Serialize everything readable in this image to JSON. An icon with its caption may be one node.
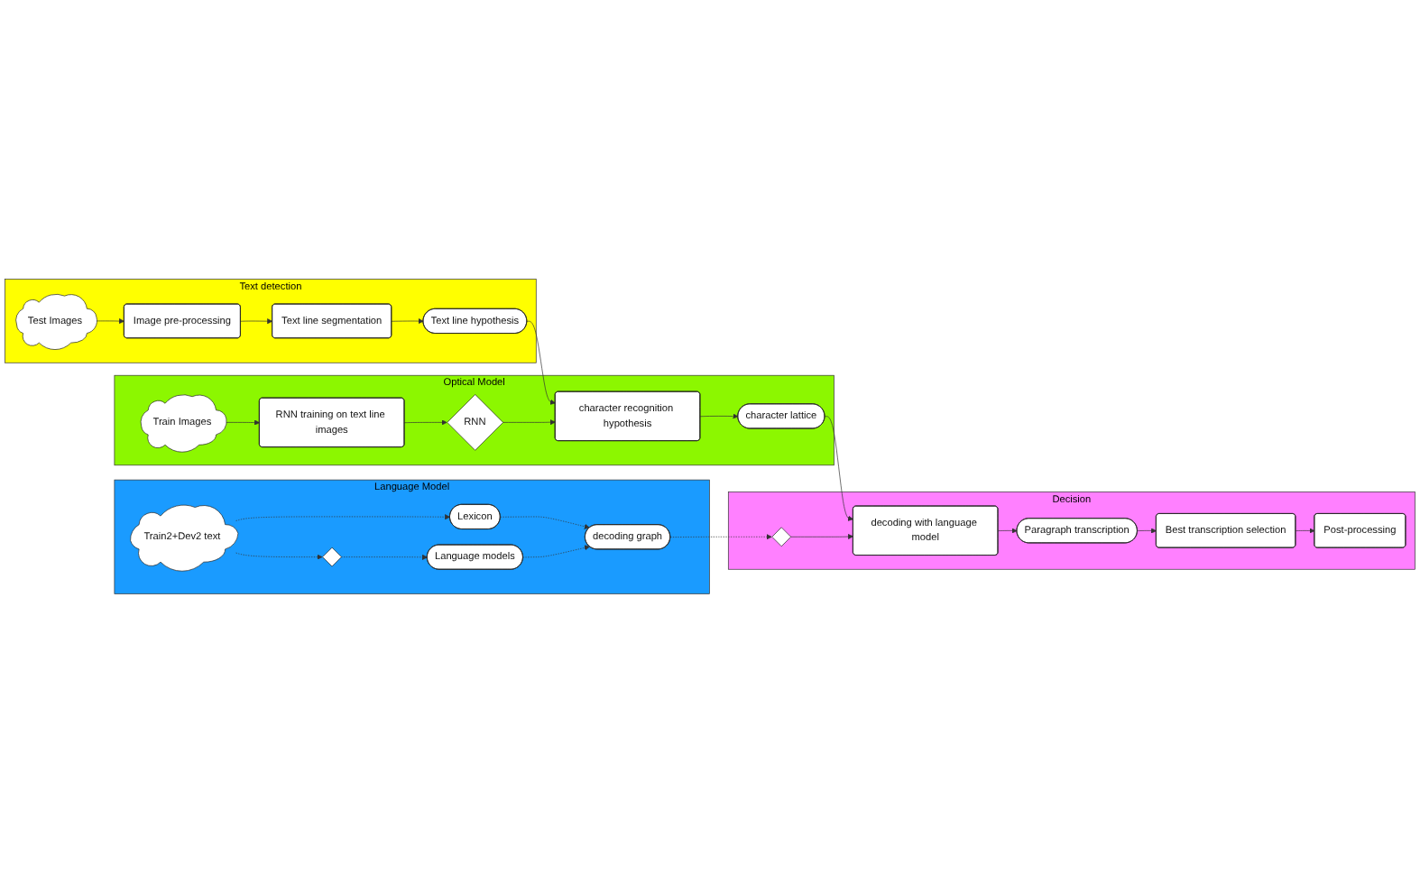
{
  "diagram": {
    "nodes": [
      {
        "text": [
          "Text detection"
        ]
      },
      {
        "text": [
          "Test Images"
        ],
        "in": 0
      },
      {
        "text": [
          "Image pre-processing"
        ],
        "in": 0
      },
      {
        "text": [
          "Text line segmentation"
        ],
        "in": 0
      },
      {
        "text": [
          "Text line hypothesis"
        ],
        "in": 0
      },
      {
        "text": [
          "Language Model"
        ]
      },
      {
        "text": [
          "Train2+Dev2 text"
        ],
        "in": 5
      },
      {
        "text": [],
        "shape": "diamond",
        "in": 5
      },
      {
        "text": [
          "Language models"
        ],
        "in": 5
      },
      {
        "text": [
          "Lexicon"
        ],
        "in": 5
      },
      {
        "text": [
          "decoding graph"
        ],
        "in": 5
      },
      {
        "text": [
          "Optical Model"
        ]
      },
      {
        "text": [
          "Train Images"
        ],
        "in": 11
      },
      {
        "text": [
          "RNN training on text line images"
        ],
        "in": 11
      },
      {
        "text": [
          "RNN"
        ],
        "in": 11
      },
      {
        "text": [
          "character recognition hypothesis"
        ],
        "in": 11
      },
      {
        "text": [
          "character lattice"
        ],
        "in": 11
      },
      {
        "text": [
          "Decision"
        ]
      },
      {
        "text": [
          "decoding with language model"
        ],
        "in": 17
      },
      {
        "text": [],
        "shape": "diamond",
        "in": 17
      },
      {
        "text": [
          "Paragraph transcription"
        ],
        "in": 17
      },
      {
        "text": [
          "Best transcription selection"
        ],
        "in": 17
      },
      {
        "text": [
          "Post-processing"
        ],
        "in": 17
      }
    ],
    "edges": [
      {
        "from": 1,
        "to": 2,
        "arrow": "to"
      },
      {
        "from": 2,
        "to": 3,
        "arrow": "to"
      },
      {
        "from": 3,
        "to": 4,
        "arrow": "to"
      },
      {
        "from": 4,
        "to": 15,
        "arrow": "to"
      },
      {
        "from": 6,
        "to": 7,
        "arrow": "to",
        "style": "dashed"
      },
      {
        "from": 7,
        "to": 8,
        "arrow": "to",
        "style": "dashed"
      },
      {
        "from": 6,
        "to": 9,
        "arrow": "to",
        "style": "dashed"
      },
      {
        "from": 9,
        "to": 10,
        "arrow": "to",
        "style": "dashed"
      },
      {
        "from": 8,
        "to": 10,
        "arrow": "to",
        "style": "dashed"
      },
      {
        "from": 10,
        "to": 19,
        "arrow": "to",
        "style": "dashed"
      },
      {
        "from": 12,
        "to": 13,
        "arrow": "to"
      },
      {
        "from": 13,
        "to": 14,
        "arrow": "to"
      },
      {
        "from": 14,
        "to": 15,
        "arrow": "to"
      },
      {
        "from": 15,
        "to": 16,
        "arrow": "to"
      },
      {
        "from": 16,
        "to": 18,
        "arrow": "to"
      },
      {
        "from": 19,
        "to": 18,
        "arrow": "to"
      },
      {
        "from": 18,
        "to": 20,
        "arrow": "to"
      },
      {
        "from": 20,
        "to": 21,
        "arrow": "to"
      },
      {
        "from": 21,
        "to": 22,
        "arrow": "to"
      }
    ]
  }
}
